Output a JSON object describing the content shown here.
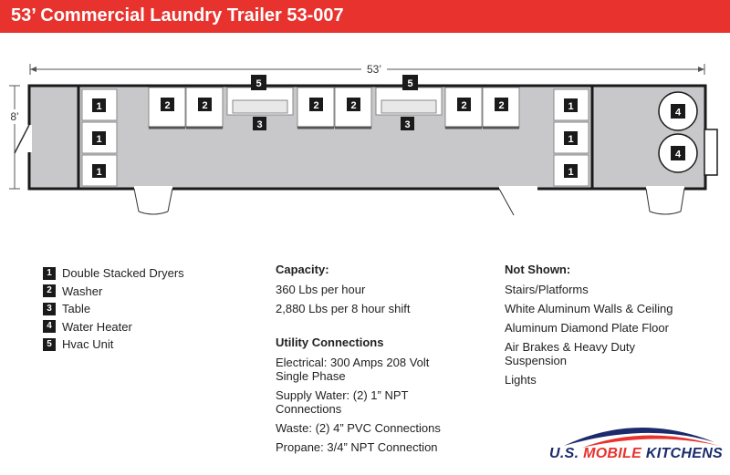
{
  "title": "53’ Commercial Laundry Trailer 53-007",
  "dimensions": {
    "length": "53’",
    "width": "8’"
  },
  "callouts": {
    "dryer": "1",
    "washer": "2",
    "table": "3",
    "water_heater": "4",
    "hvac": "5"
  },
  "legend": [
    {
      "num": "1",
      "label": "Double Stacked Dryers"
    },
    {
      "num": "2",
      "label": "Washer"
    },
    {
      "num": "3",
      "label": "Table"
    },
    {
      "num": "4",
      "label": "Water Heater"
    },
    {
      "num": "5",
      "label": "Hvac Unit"
    }
  ],
  "capacity": {
    "heading": "Capacity:",
    "items": [
      "360 Lbs per hour",
      "2,880 Lbs per 8 hour shift"
    ]
  },
  "utility": {
    "heading": "Utility Connections",
    "items": [
      "Electrical: 300 Amps 208 Volt Single Phase",
      "Supply Water: (2) 1” NPT Connections",
      "Waste: (2) 4” PVC Connections",
      "Propane: 3/4” NPT Connection"
    ]
  },
  "not_shown": {
    "heading": "Not Shown:",
    "items": [
      "Stairs/Platforms",
      "White Aluminum Walls & Ceiling",
      "Aluminum Diamond Plate Floor",
      "Air Brakes & Heavy Duty Suspension",
      "Lights"
    ]
  },
  "logo": {
    "part1": "U.S. ",
    "part2": "MOBILE",
    "part3": " KITCHENS"
  },
  "colors": {
    "header": "#e8322d",
    "floor": "#c8c8cb",
    "wall": "#1a1a1a",
    "logo_blue": "#1b2a6b",
    "logo_red": "#e8322d"
  }
}
